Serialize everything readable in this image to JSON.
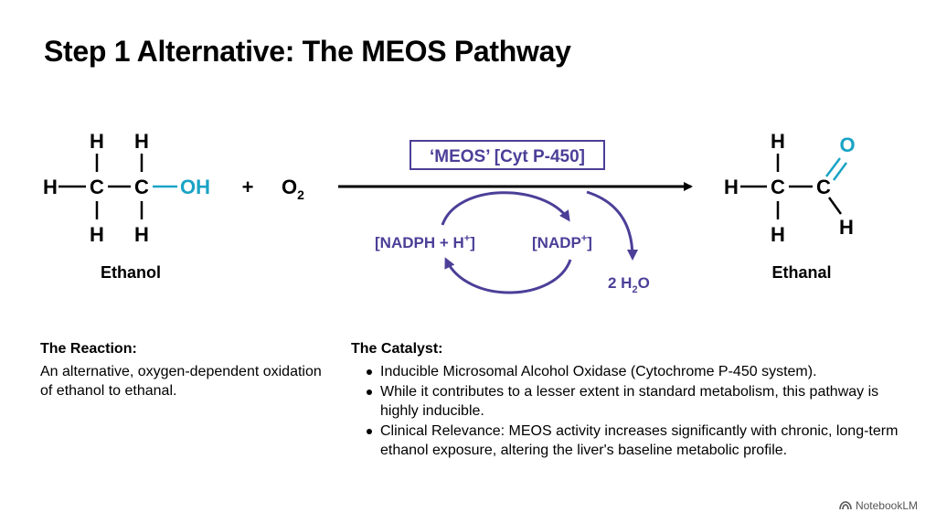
{
  "title": "Step 1 Alternative: The MEOS Pathway",
  "colors": {
    "accent_purple": "#4b3f98",
    "accent_teal": "#19a3c5",
    "text": "#000000"
  },
  "diagram": {
    "ethanol": {
      "atoms": {
        "H": "H",
        "C": "C",
        "OH": "OH"
      },
      "label": "Ethanol"
    },
    "plus": "+",
    "oxygen": {
      "symbol": "O",
      "subscript": "2"
    },
    "enzyme_label": "‘MEOS’ [Cyt P-450]",
    "cofactor_in": {
      "text": "[NADPH + H",
      "superscript": "+",
      "close": "]"
    },
    "cofactor_out": {
      "text": "[NADP",
      "superscript": "+",
      "close": "]"
    },
    "water": {
      "coef": "2 H",
      "subscript": "2",
      "tail": "O"
    },
    "ethanal": {
      "atoms": {
        "H": "H",
        "C": "C",
        "O": "O"
      },
      "label": "Ethanal"
    }
  },
  "reaction": {
    "heading": "The Reaction:",
    "body": "An alternative, oxygen-dependent oxidation of ethanol to ethanal."
  },
  "catalyst": {
    "heading": "The Catalyst:",
    "bullets": [
      "Inducible Microsomal Alcohol Oxidase (Cytochrome P-450 system).",
      "While it contributes to a lesser extent in standard metabolism, this pathway is highly inducible.",
      "Clinical Relevance: MEOS activity increases significantly with chronic, long-term ethanol exposure, altering the liver's baseline metabolic profile."
    ]
  },
  "branding": {
    "icon": "notebooklm-logo-icon",
    "text": "NotebookLM"
  }
}
